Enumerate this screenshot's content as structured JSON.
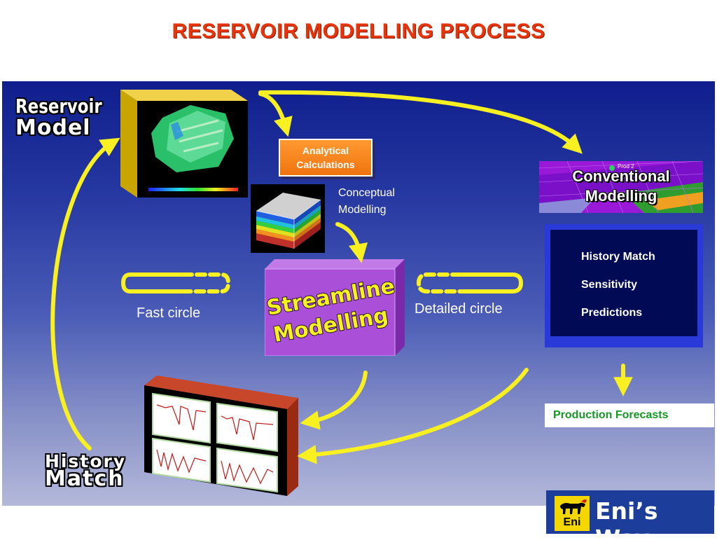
{
  "title": "RESERVOIR MODELLING PROCESS",
  "labels": {
    "reservoir_model_line1": "Reservoir",
    "reservoir_model_line2": "Model",
    "history_match_line1": "History",
    "history_match_line2": "Match",
    "analytical_line1": "Analytical",
    "analytical_line2": "Calculations",
    "conceptual_line1": "Conceptual",
    "conceptual_line2": "Modelling",
    "streamline_line1": "Streamline",
    "streamline_line2": "Modelling",
    "fast_circle": "Fast circle",
    "detailed_circle": "Detailed circle",
    "conventional_line1": "Conventional",
    "conventional_line2": "Modelling",
    "conventional_thumb_label": "Prod 2",
    "production_forecasts": "Production Forecasts"
  },
  "history_match_list": [
    "History Match",
    "Sensitivity",
    "Predictions"
  ],
  "logo": {
    "brand": "Eni",
    "slogan": "Eni’s Way"
  },
  "colors": {
    "title": "#e8340a",
    "arrow": "#f8f020",
    "analytical_box": "#f07410",
    "streamline_box": "#a94fd8",
    "production_text": "#149a24",
    "logo_bg": "#1c3e9a",
    "logo_yellow": "#f5d700"
  }
}
